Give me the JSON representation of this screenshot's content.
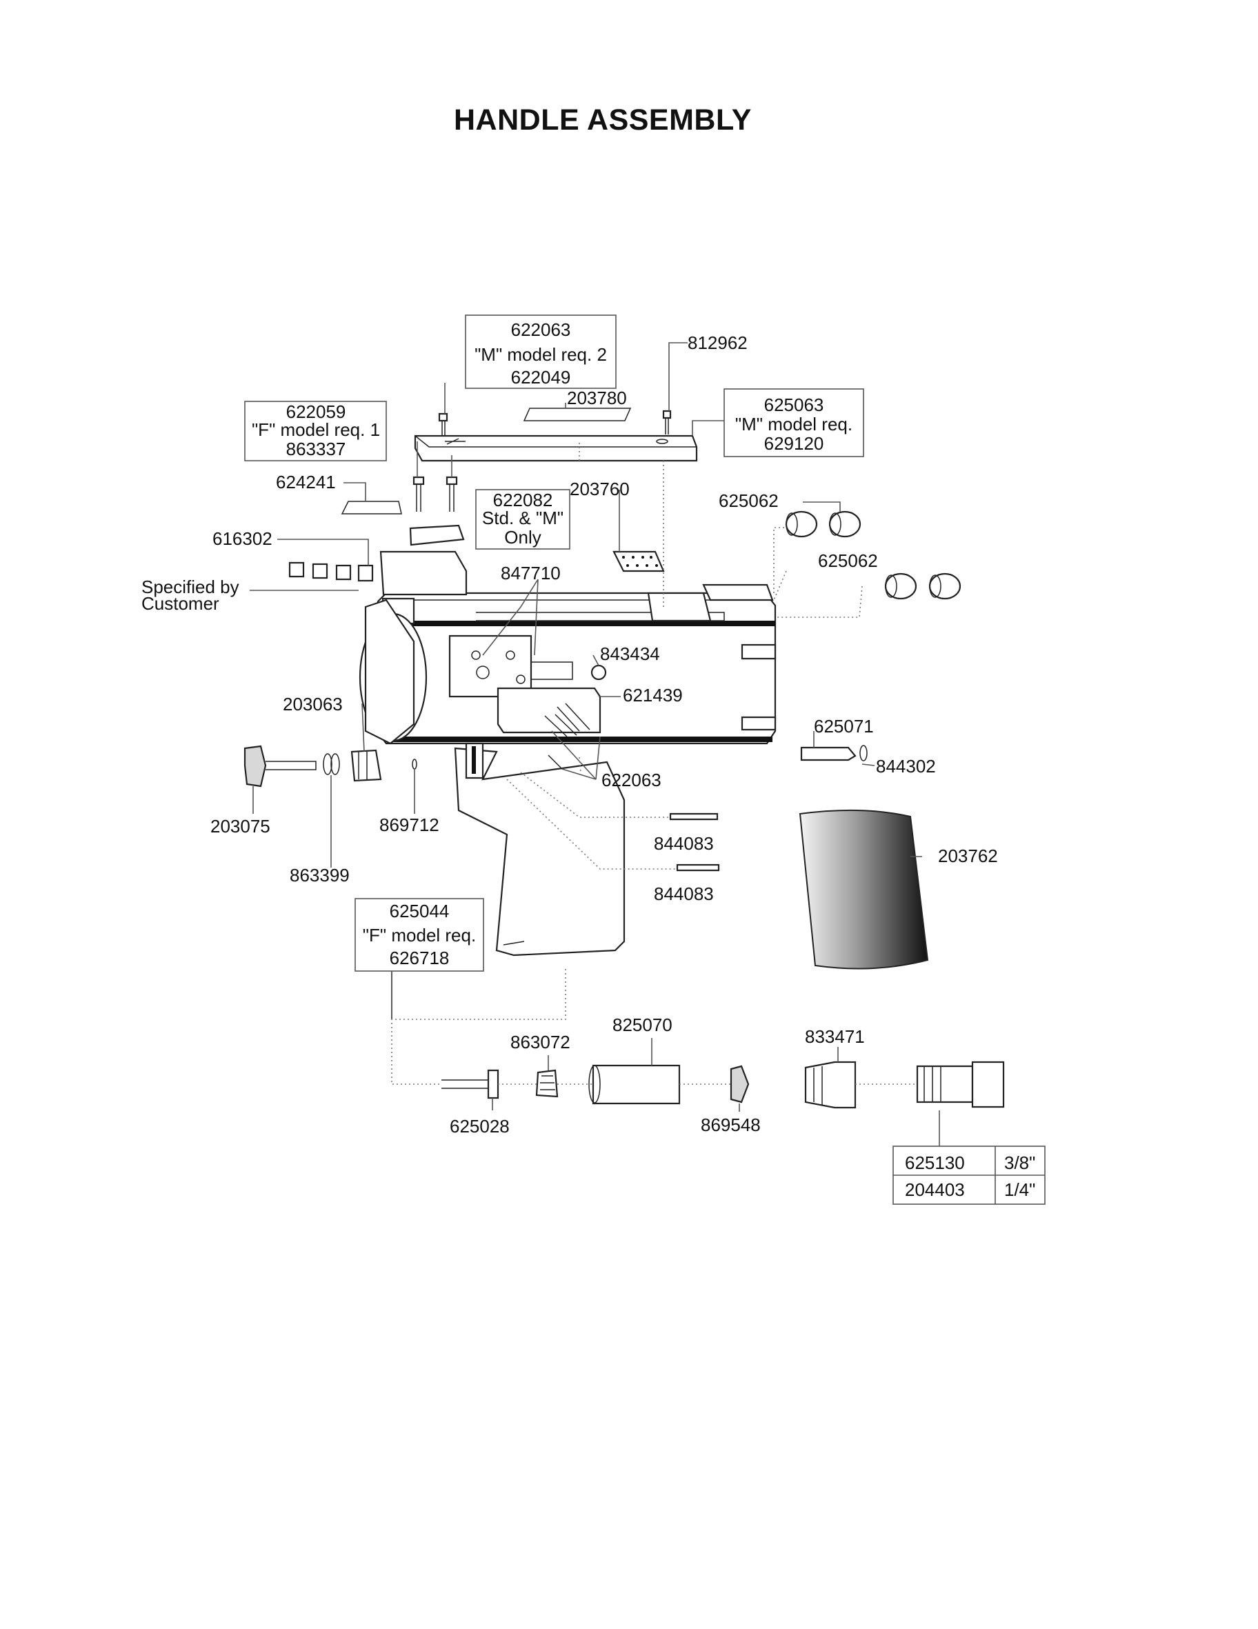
{
  "title": "HANDLE ASSEMBLY",
  "callouts": {
    "c_622063_top": "622063",
    "c_m_model_req_2": "\"M\" model req. 2",
    "c_622049": "622049",
    "c_812962": "812962",
    "c_203780": "203780",
    "c_625063": "625063",
    "c_m_model_req": "\"M\" model req.",
    "c_629120": "629120",
    "c_622059": "622059",
    "c_f_model_req_1": "\"F\" model req. 1",
    "c_863337": "863337",
    "c_624241": "624241",
    "c_622082": "622082",
    "c_std_m": "Std. & \"M\"",
    "c_only": "Only",
    "c_203760": "203760",
    "c_625062_a": "625062",
    "c_625062_b": "625062",
    "c_616302": "616302",
    "c_specified_by": "Specified by",
    "c_customer": "Customer",
    "c_847710": "847710",
    "c_843434": "843434",
    "c_621439": "621439",
    "c_203063": "203063",
    "c_625071": "625071",
    "c_844302": "844302",
    "c_622063_mid": "622063",
    "c_203075": "203075",
    "c_869712": "869712",
    "c_844083_a": "844083",
    "c_844083_b": "844083",
    "c_203762": "203762",
    "c_863399": "863399",
    "c_625044": "625044",
    "c_f_model_req": "\"F\" model req.",
    "c_626718": "626718",
    "c_825070": "825070",
    "c_863072": "863072",
    "c_833471": "833471",
    "c_625028": "625028",
    "c_869548": "869548"
  },
  "fitting_table": {
    "rows": [
      {
        "part": "625130",
        "size": "3/8\""
      },
      {
        "part": "204403",
        "size": "1/4\""
      }
    ]
  }
}
